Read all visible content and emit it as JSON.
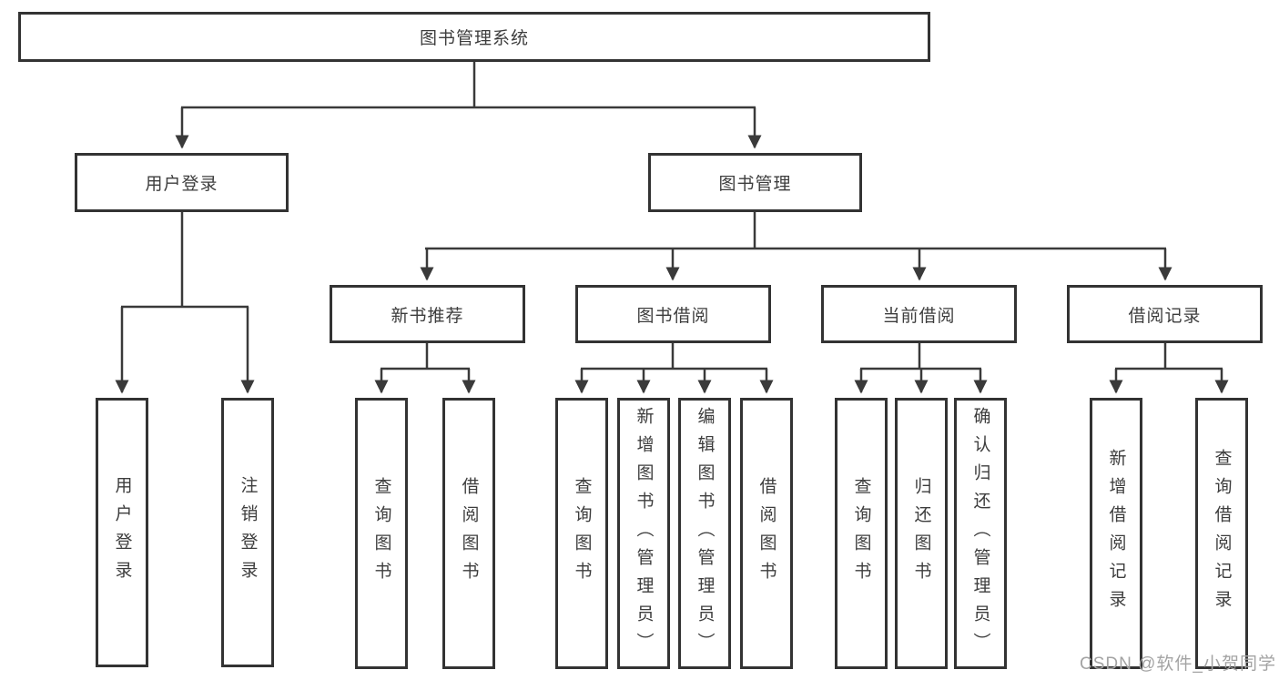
{
  "diagram": {
    "type": "hierarchy-diagram",
    "root": {
      "label": "图书管理系统"
    },
    "branches": [
      {
        "label": "用户登录",
        "children": [
          {
            "label": "用户登录"
          },
          {
            "label": "注销登录"
          }
        ]
      },
      {
        "label": "图书管理",
        "children": [
          {
            "label": "新书推荐",
            "children": [
              {
                "label": "查询图书"
              },
              {
                "label": "借阅图书"
              }
            ]
          },
          {
            "label": "图书借阅",
            "children": [
              {
                "label": "查询图书"
              },
              {
                "label": "新增图书（管理员）"
              },
              {
                "label": "编辑图书（管理员）"
              },
              {
                "label": "借阅图书"
              }
            ]
          },
          {
            "label": "当前借阅",
            "children": [
              {
                "label": "查询图书"
              },
              {
                "label": "归还图书"
              },
              {
                "label": "确认归还（管理员）"
              }
            ]
          },
          {
            "label": "借阅记录",
            "children": [
              {
                "label": "新增借阅记录"
              },
              {
                "label": "查询借阅记录"
              }
            ]
          }
        ]
      }
    ],
    "colors": {
      "background": "#ffffff",
      "box_fill": "#ffffff",
      "box_border": "#333333",
      "line": "#3a3a3a",
      "text": "#3d3d3d",
      "watermark": "#a3a3a3"
    }
  },
  "watermark": {
    "text": "CSDN @软件_小贺同学"
  }
}
